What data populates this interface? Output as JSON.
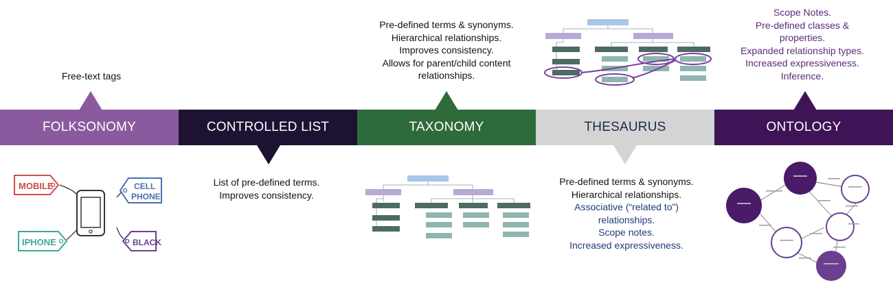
{
  "stages": [
    {
      "label": "FOLKSONOMY",
      "color": "#8b5a9e",
      "text": "#ffffff"
    },
    {
      "label": "CONTROLLED LIST",
      "color": "#1e1232",
      "text": "#ffffff"
    },
    {
      "label": "TAXONOMY",
      "color": "#2e6b3a",
      "text": "#ffffff"
    },
    {
      "label": "THESAURUS",
      "color": "#d4d4d4",
      "text": "#1c2a4a"
    },
    {
      "label": "ONTOLOGY",
      "color": "#3e1456",
      "text": "#ffffff"
    }
  ],
  "notes": {
    "folksonomy": [
      "Free-text tags"
    ],
    "controlled_list": [
      "List of pre-defined terms.",
      "Improves consistency."
    ],
    "taxonomy": [
      "Pre-defined terms & synonyms.",
      "Hierarchical relationships.",
      "Improves consistency.",
      "Allows for parent/child content",
      "relationships."
    ],
    "thesaurus_black": [
      "Pre-defined terms & synonyms.",
      "Hierarchical relationships."
    ],
    "thesaurus_blue": [
      "Associative (“related to”)",
      "relationships.",
      "Scope notes.",
      "Increased expressiveness."
    ],
    "ontology": [
      "Scope Notes.",
      "Pre-defined classes &",
      "properties.",
      "Expanded relationship types.",
      "Increased expressiveness.",
      "Inference."
    ]
  },
  "tags": {
    "mobile": "MOBILE",
    "cell": "CELL",
    "phone": "PHONE",
    "iphone": "IPHONE",
    "black": "BLACK"
  },
  "colors": {
    "tag_red": "#d04a4a",
    "tag_blue": "#4b6fb0",
    "tag_teal": "#3aa89a",
    "tag_purple": "#6b3f8e"
  }
}
